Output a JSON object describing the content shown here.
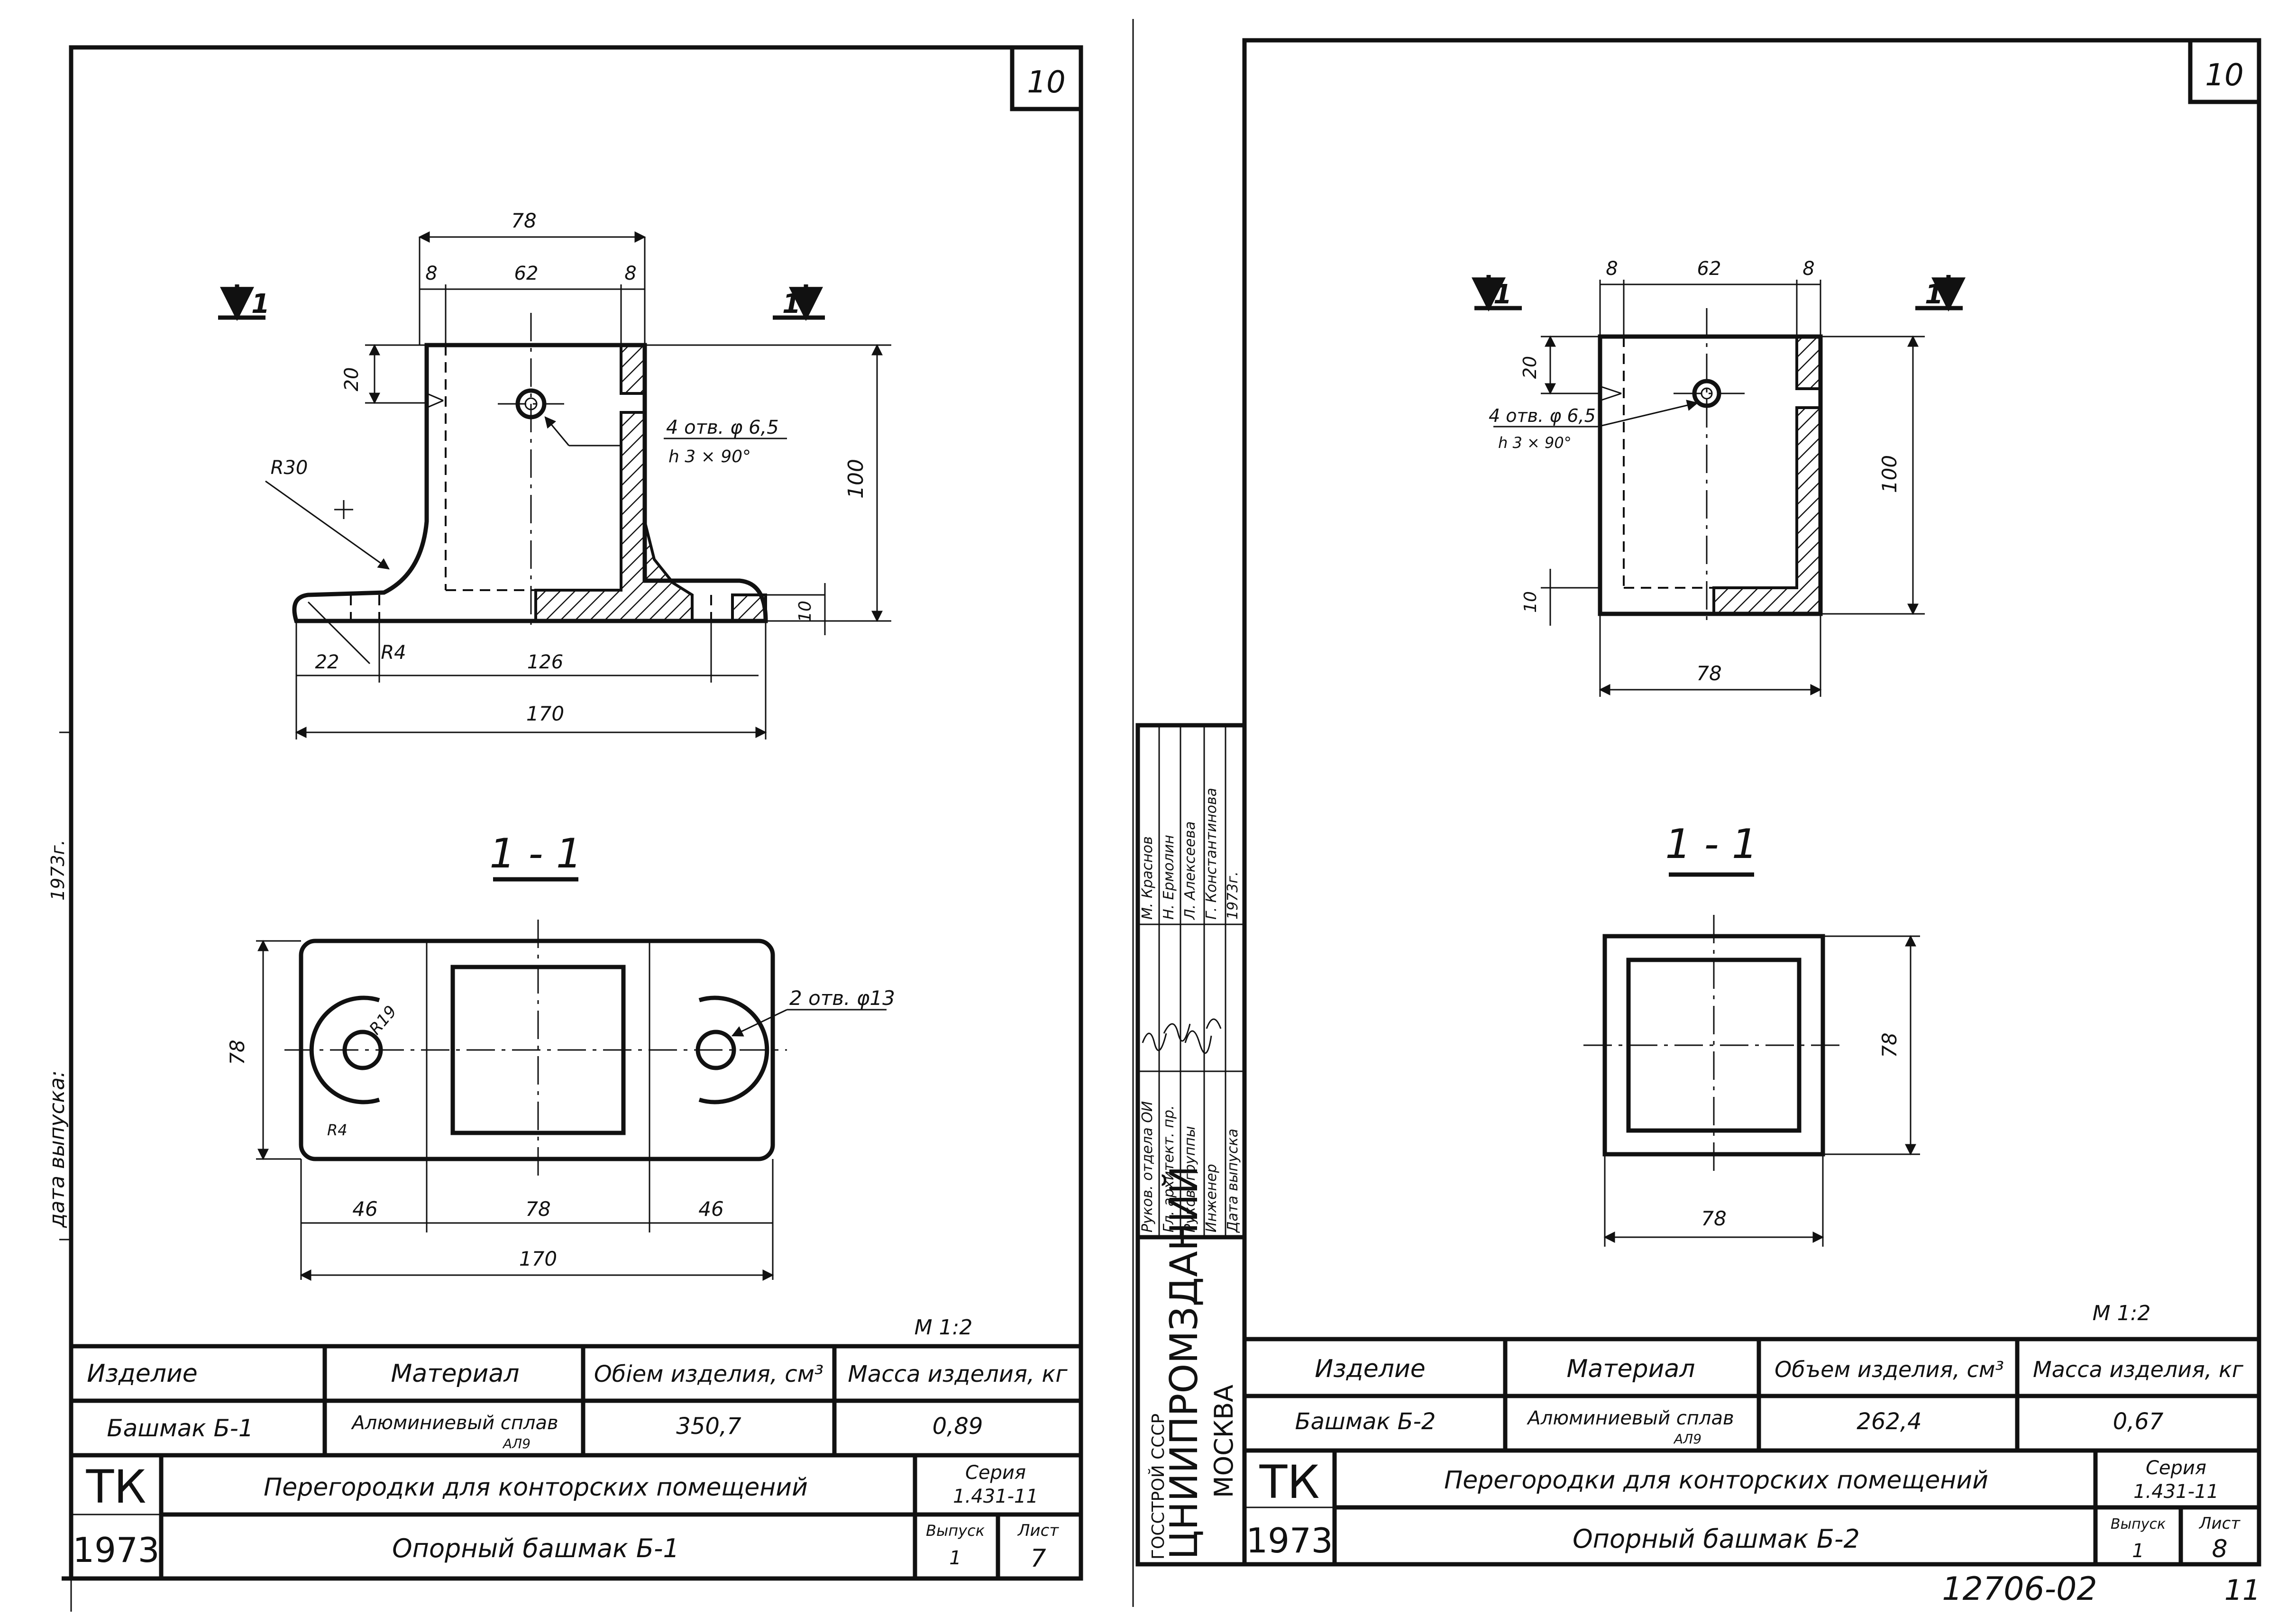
{
  "sheets": [
    {
      "corner_number": "10",
      "dimensions": {
        "d78_top": "78",
        "d8_left": "8",
        "d62": "62",
        "d8_right": "8",
        "d20": "20",
        "d100": "100",
        "d10": "10",
        "d22": "22",
        "r4": "R4",
        "d126": "126",
        "d170": "170",
        "r30": "R30",
        "holes_callout": "4 отв. φ 6,5",
        "chamfer": "h 3 × 90°",
        "cut_marker": "1"
      },
      "section": {
        "title": "1 - 1",
        "d78_height": "78",
        "r19": "R19",
        "r4": "R4",
        "holes_callout": "2 отв. φ13",
        "d46_left": "46",
        "d78_mid": "78",
        "d46_right": "46",
        "d170": "170"
      },
      "scale": "М 1:2",
      "table": {
        "col_item": "Изделие",
        "col_material": "Материал",
        "col_volume": "Обiем изделия, см³",
        "col_mass": "Масса изделия, кг",
        "item": "Башмак Б-1",
        "material": "Алюминиевый сплав",
        "material_sub": "АЛ9",
        "volume": "350,7",
        "mass": "0,89",
        "org": "ТК",
        "year": "1973",
        "project": "Перегородки для конторских помещений",
        "drawing_title": "Опорный башмак Б-1",
        "series_label": "Серия",
        "series": "1.431-11",
        "issue_label": "Выпуск",
        "issue": "1",
        "sheet_label": "Лист",
        "sheet": "7"
      }
    },
    {
      "corner_number": "10",
      "dimensions": {
        "d8_left": "8",
        "d62": "62",
        "d8_right": "8",
        "d20": "20",
        "d100": "100",
        "d10": "10",
        "d78": "78",
        "holes_callout": "4 отв. φ 6,5",
        "chamfer": "h 3 × 90°",
        "cut_marker": "1"
      },
      "section": {
        "title": "1 - 1",
        "d78_height": "78",
        "d78_width": "78"
      },
      "scale": "М 1:2",
      "table": {
        "col_item": "Изделие",
        "col_material": "Материал",
        "col_volume": "Объем изделия, см³",
        "col_mass": "Масса изделия, кг",
        "item": "Башмак Б-2",
        "material": "Алюминиевый сплав",
        "material_sub": "АЛ9",
        "volume": "262,4",
        "mass": "0,67",
        "org": "ТК",
        "year": "1973",
        "project": "Перегородки для конторских помещений",
        "drawing_title": "Опорный башмак Б-2",
        "series_label": "Серия",
        "series": "1.431-11",
        "issue_label": "Выпуск",
        "issue": "1",
        "sheet_label": "Лист",
        "sheet": "8"
      }
    }
  ],
  "left_margin": {
    "date_label": "дата выпуска:",
    "year": "1973г."
  },
  "stamp": {
    "gosstroy": "ГОССТРОЙ   СССР",
    "institute": "ЦНИИПРОМЗДАНИЙ",
    "city": "МОСКВА",
    "roles": [
      "Руков. отдела ОИ",
      "Гл. архитект. пр.",
      "Руков. группы",
      "Инженер",
      "Дата выпуска"
    ],
    "names": [
      "М. Краснов",
      "Н. Ермолин",
      "Л. Алексеева",
      "Г. Константинова",
      "1973г."
    ]
  },
  "footer": {
    "archive_number": "12706-02",
    "page": "11"
  }
}
